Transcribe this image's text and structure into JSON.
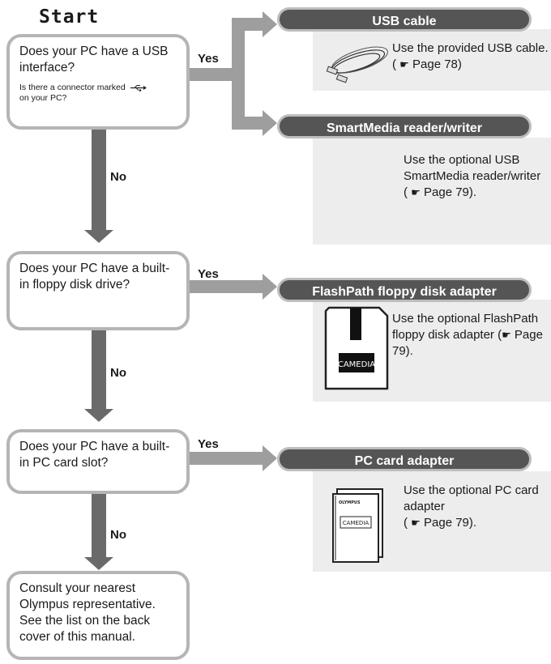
{
  "title": "Start",
  "questions": [
    {
      "text": "Does your PC have a USB interface?",
      "sub_before": "Is there a connector marked",
      "sub_after": "on your PC?"
    },
    {
      "text": "Does your PC have a built-in floppy disk drive?"
    },
    {
      "text": "Does your PC have a built-in PC card slot?"
    }
  ],
  "final": {
    "text": "Consult your nearest Olympus representative. See the list on the back cover of this manual."
  },
  "labels": {
    "yes": "Yes",
    "no": "No"
  },
  "options": [
    {
      "title": "USB cable",
      "desc": "Use the provided USB cable.",
      "page": "Page 78)",
      "open": "("
    },
    {
      "title": "SmartMedia reader/writer",
      "desc": "Use the optional USB SmartMedia reader/writer",
      "page": "Page 79).",
      "open": "("
    },
    {
      "title": "FlashPath floppy disk adapter",
      "desc": "Use the optional FlashPath floppy disk adapter (",
      "page": "Page 79)."
    },
    {
      "title": "PC card adapter",
      "desc": "Use the optional PC card adapter",
      "page": "Page 79).",
      "open": "("
    }
  ],
  "illustrations": {
    "brand_text": "CAMEDIA",
    "card_brand": "OLYMPUS"
  },
  "colors": {
    "arrow_gray": "#9e9e9e",
    "down_arrow": "#6a6a6a",
    "pill_fill": "#555555",
    "panel_fill": "#ededed",
    "box_border": "#b5b5b5"
  }
}
